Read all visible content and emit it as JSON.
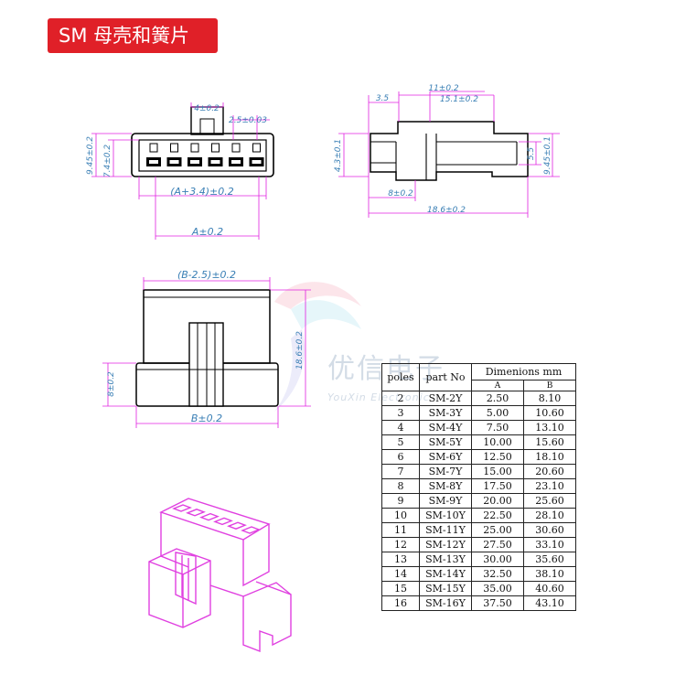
{
  "title": "SM 母壳和簧片",
  "watermark": {
    "cn": "优信电子",
    "en": "YouXin Electronic"
  },
  "front_view": {
    "dims": {
      "height_total": "9.45±0.2",
      "height_inner": "7.4±0.2",
      "latch_width": "4±0.2",
      "pitch": "2.5±0.03",
      "inner_length": "(A+3.4)±0.2",
      "a_length": "A±0.2"
    }
  },
  "side_view": {
    "dims": {
      "top_a": "11±0.2",
      "top_b": "15.1±0.2",
      "offset": "3.5",
      "left_height": "4.3±0.1",
      "right_inner": "5.5",
      "right_total": "9.45±0.1",
      "depth": "8±0.2",
      "length": "18.6±0.2"
    }
  },
  "top_view": {
    "dims": {
      "top_width": "(B-2.5)±0.2",
      "left_height": "8±0.2",
      "right_height": "18.6±0.2",
      "b_length": "B±0.2"
    }
  },
  "table": {
    "headers": {
      "poles": "poles",
      "part": "part No",
      "dimensions": "Dimenions mm",
      "a": "A",
      "b": "B"
    },
    "rows": [
      {
        "poles": "2",
        "part": "SM-2Y",
        "a": "2.50",
        "b": "8.10"
      },
      {
        "poles": "3",
        "part": "SM-3Y",
        "a": "5.00",
        "b": "10.60"
      },
      {
        "poles": "4",
        "part": "SM-4Y",
        "a": "7.50",
        "b": "13.10"
      },
      {
        "poles": "5",
        "part": "SM-5Y",
        "a": "10.00",
        "b": "15.60"
      },
      {
        "poles": "6",
        "part": "SM-6Y",
        "a": "12.50",
        "b": "18.10"
      },
      {
        "poles": "7",
        "part": "SM-7Y",
        "a": "15.00",
        "b": "20.60"
      },
      {
        "poles": "8",
        "part": "SM-8Y",
        "a": "17.50",
        "b": "23.10"
      },
      {
        "poles": "9",
        "part": "SM-9Y",
        "a": "20.00",
        "b": "25.60"
      },
      {
        "poles": "10",
        "part": "SM-10Y",
        "a": "22.50",
        "b": "28.10"
      },
      {
        "poles": "11",
        "part": "SM-11Y",
        "a": "25.00",
        "b": "30.60"
      },
      {
        "poles": "12",
        "part": "SM-12Y",
        "a": "27.50",
        "b": "33.10"
      },
      {
        "poles": "13",
        "part": "SM-13Y",
        "a": "30.00",
        "b": "35.60"
      },
      {
        "poles": "14",
        "part": "SM-14Y",
        "a": "32.50",
        "b": "38.10"
      },
      {
        "poles": "15",
        "part": "SM-15Y",
        "a": "35.00",
        "b": "40.60"
      },
      {
        "poles": "16",
        "part": "SM-16Y",
        "a": "37.50",
        "b": "43.10"
      }
    ]
  },
  "colors": {
    "banner": "#e02028",
    "dim_line": "#e020e0",
    "dim_text": "#3a7fb5",
    "iso": "#e040e0",
    "ink": "#000000"
  }
}
